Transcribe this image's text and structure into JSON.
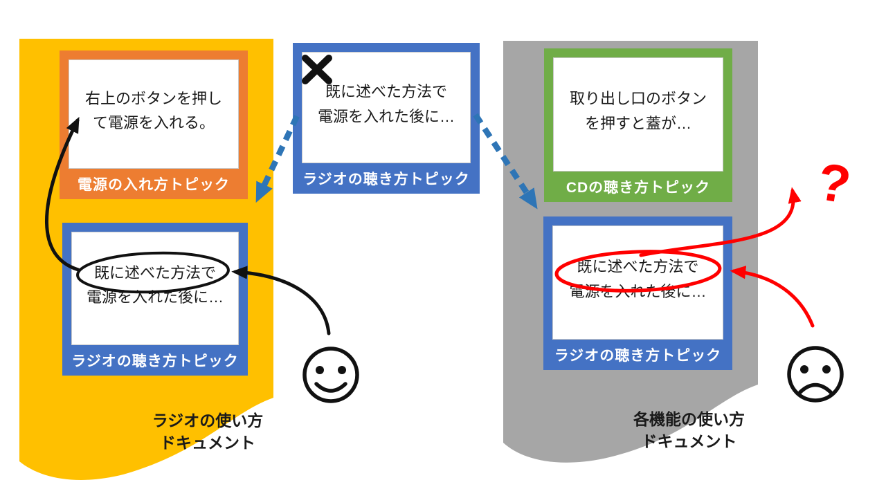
{
  "colors": {
    "document_yellow": "#FFC000",
    "document_gray": "#A6A6A6",
    "topic_orange": "#ED7D31",
    "topic_blue": "#4472C4",
    "topic_green": "#70AD47",
    "arrow_blue": "#2E75B6",
    "annotation_red": "#FF0000",
    "annotation_black": "#111111"
  },
  "left_document": {
    "title": [
      "ラジオの使い方",
      "ドキュメント"
    ],
    "power_topic": {
      "content": [
        "右上のボタンを押し",
        "て電源を入れる。"
      ],
      "label": "電源の入れ方トピック"
    },
    "radio_topic": {
      "content": [
        "既に述べた方法で",
        "電源を入れた後に…"
      ],
      "label": "ラジオの聴き方トピック"
    }
  },
  "center_topic": {
    "content": [
      "既に述べた方法で",
      "電源を入れた後に…"
    ],
    "label": "ラジオの聴き方トピック"
  },
  "right_document": {
    "title": [
      "各機能の使い方",
      "ドキュメント"
    ],
    "cd_topic": {
      "content": [
        "取り出し口のボタン",
        "を押すと蓋が…"
      ],
      "label": "CDの聴き方トピック"
    },
    "radio_topic": {
      "content": [
        "既に述べた方法で",
        "電源を入れた後に…"
      ],
      "label": "ラジオの聴き方トピック"
    }
  },
  "annotations": {
    "question_mark": "?",
    "x_mark_icon": "✕",
    "happy_face_icon": "happy-face",
    "sad_face_icon": "sad-face"
  }
}
